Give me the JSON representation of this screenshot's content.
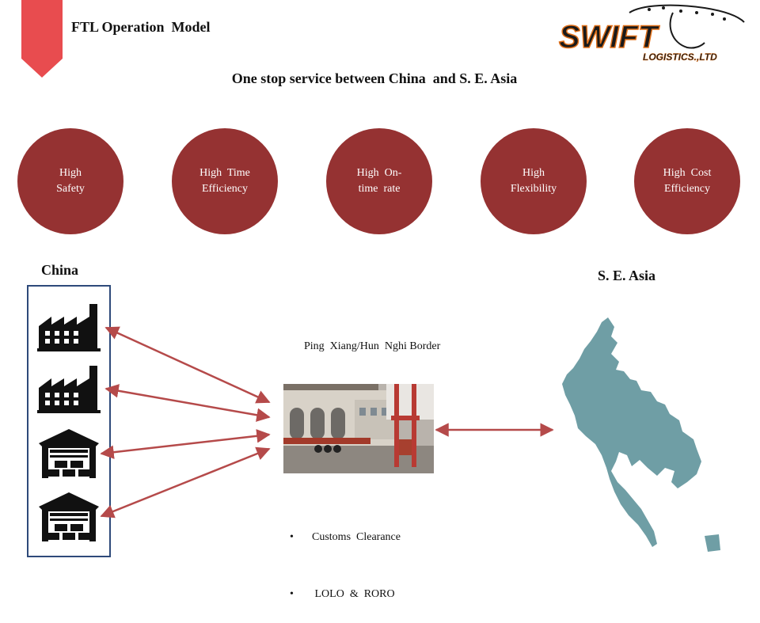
{
  "slide": {
    "title": "FTL Operation  Model",
    "subtitle": "One stop service between China  and S. E. Asia"
  },
  "logo": {
    "main": "SWIFT",
    "sub": "LOGISTICS.,LTD"
  },
  "features": [
    {
      "line1": "High",
      "line2": "Safety"
    },
    {
      "line1": "High  Time",
      "line2": "Efficiency"
    },
    {
      "line1": "High  On-",
      "line2": "time  rate"
    },
    {
      "line1": "High",
      "line2": "Flexibility"
    },
    {
      "line1": "High  Cost",
      "line2": "Efficiency"
    }
  ],
  "regions": {
    "origin": "China",
    "destination": "S. E. Asia"
  },
  "border": {
    "label": "Ping  Xiang/Hun  Nghi Border",
    "services": [
      "Customs  Clearance",
      " LOLO  &  RORO"
    ],
    "bullet": "•"
  },
  "facilities": [
    {
      "icon": "factory-icon"
    },
    {
      "icon": "factory-icon"
    },
    {
      "icon": "warehouse-icon"
    },
    {
      "icon": "warehouse-icon"
    }
  ],
  "colors": {
    "accent": "#953232",
    "ribbon": "#e84c4f",
    "arrow": "#b54a4a",
    "box_border": "#2e4a7a",
    "map": "#6f9ea5"
  }
}
